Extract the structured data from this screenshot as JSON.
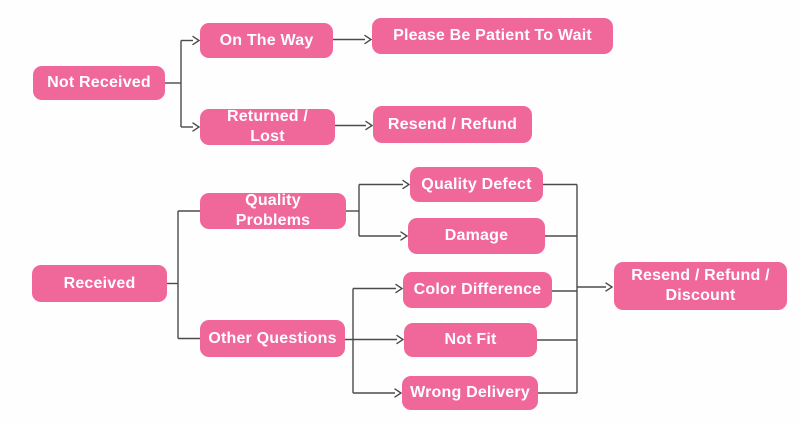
{
  "diagram": {
    "type": "flowchart",
    "topic": "After-sale / order issue resolution flow",
    "colors": {
      "node_fill": "#f0679a",
      "node_text": "#ffffff",
      "connector": "#4b4b4b",
      "background": "#fefefe"
    },
    "nodes": [
      {
        "id": "not-received",
        "label": "Not Received"
      },
      {
        "id": "on-the-way",
        "label": "On The Way"
      },
      {
        "id": "please-be-patient",
        "label": "Please Be Patient To Wait"
      },
      {
        "id": "returned-lost",
        "label": "Returned / Lost"
      },
      {
        "id": "resend-refund",
        "label": "Resend / Refund"
      },
      {
        "id": "received",
        "label": "Received"
      },
      {
        "id": "quality-problems",
        "label": "Quality Problems"
      },
      {
        "id": "quality-defect",
        "label": "Quality Defect"
      },
      {
        "id": "damage",
        "label": "Damage"
      },
      {
        "id": "other-questions",
        "label": "Other Questions"
      },
      {
        "id": "color-difference",
        "label": "Color Difference"
      },
      {
        "id": "not-fit",
        "label": "Not Fit"
      },
      {
        "id": "wrong-delivery",
        "label": "Wrong Delivery"
      },
      {
        "id": "resend-refund-discount",
        "label": "Resend / Refund / Discount"
      }
    ],
    "edges": [
      {
        "from": "not-received",
        "to": "on-the-way",
        "arrow": true
      },
      {
        "from": "not-received",
        "to": "returned-lost",
        "arrow": true
      },
      {
        "from": "on-the-way",
        "to": "please-be-patient",
        "arrow": true
      },
      {
        "from": "returned-lost",
        "to": "resend-refund",
        "arrow": true
      },
      {
        "from": "received",
        "to": "quality-problems",
        "arrow": false
      },
      {
        "from": "received",
        "to": "other-questions",
        "arrow": false
      },
      {
        "from": "quality-problems",
        "to": "quality-defect",
        "arrow": true
      },
      {
        "from": "quality-problems",
        "to": "damage",
        "arrow": true
      },
      {
        "from": "other-questions",
        "to": "color-difference",
        "arrow": true
      },
      {
        "from": "other-questions",
        "to": "not-fit",
        "arrow": true
      },
      {
        "from": "other-questions",
        "to": "wrong-delivery",
        "arrow": true
      },
      {
        "from": "quality-defect",
        "to": "resend-refund-discount",
        "arrow": true
      },
      {
        "from": "damage",
        "to": "resend-refund-discount",
        "arrow": true
      },
      {
        "from": "color-difference",
        "to": "resend-refund-discount",
        "arrow": true
      },
      {
        "from": "not-fit",
        "to": "resend-refund-discount",
        "arrow": true
      },
      {
        "from": "wrong-delivery",
        "to": "resend-refund-discount",
        "arrow": true
      }
    ]
  }
}
